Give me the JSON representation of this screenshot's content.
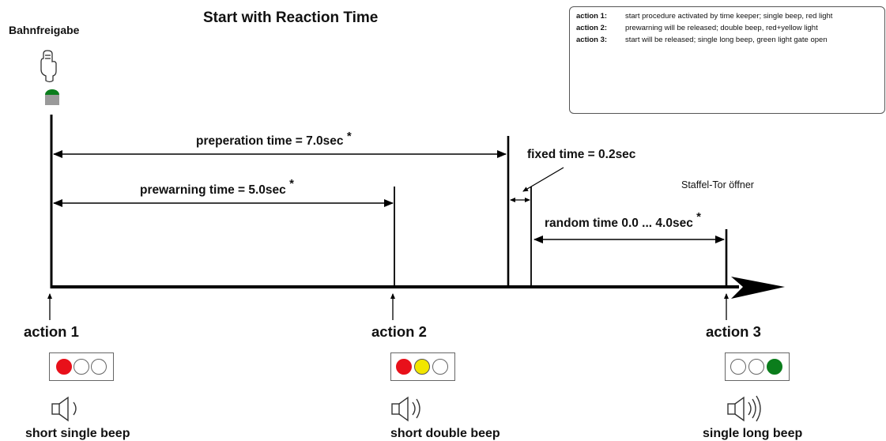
{
  "title": "Start with Reaction Time",
  "button_label": "Bahnfreigabe",
  "gate_label": "Staffel-Tor öffner",
  "legend": [
    {
      "key": "action 1:",
      "text": "start procedure activated by time keeper; single beep, red light"
    },
    {
      "key": "action 2:",
      "text": "prewarning will be released; double beep, red+yellow light"
    },
    {
      "key": "action 3:",
      "text": "start will be released; single long beep, green light gate open"
    }
  ],
  "intervals": {
    "preparation": "preperation time = 7.0sec",
    "prewarning": "prewarning time = 5.0sec",
    "fixed": "fixed time = 0.2sec",
    "random": "random time 0.0 ... 4.0sec",
    "asterisk": "*"
  },
  "actions": [
    {
      "label": "action 1",
      "beep": "short single beep",
      "lights": [
        "red",
        "off",
        "off"
      ],
      "waves": 1
    },
    {
      "label": "action 2",
      "beep": "short double beep",
      "lights": [
        "red",
        "yellow",
        "off"
      ],
      "waves": 2
    },
    {
      "label": "action 3",
      "beep": "single long beep",
      "lights": [
        "off",
        "off",
        "green"
      ],
      "waves": 3
    }
  ],
  "colors": {
    "red": "#e8101a",
    "yellow": "#f2e600",
    "green": "#0b7d1c",
    "off": "#ffffff",
    "line": "#000000"
  },
  "icons": [
    "hand-pointer-icon",
    "push-button-icon",
    "speaker-icon",
    "traffic-light-icon"
  ]
}
